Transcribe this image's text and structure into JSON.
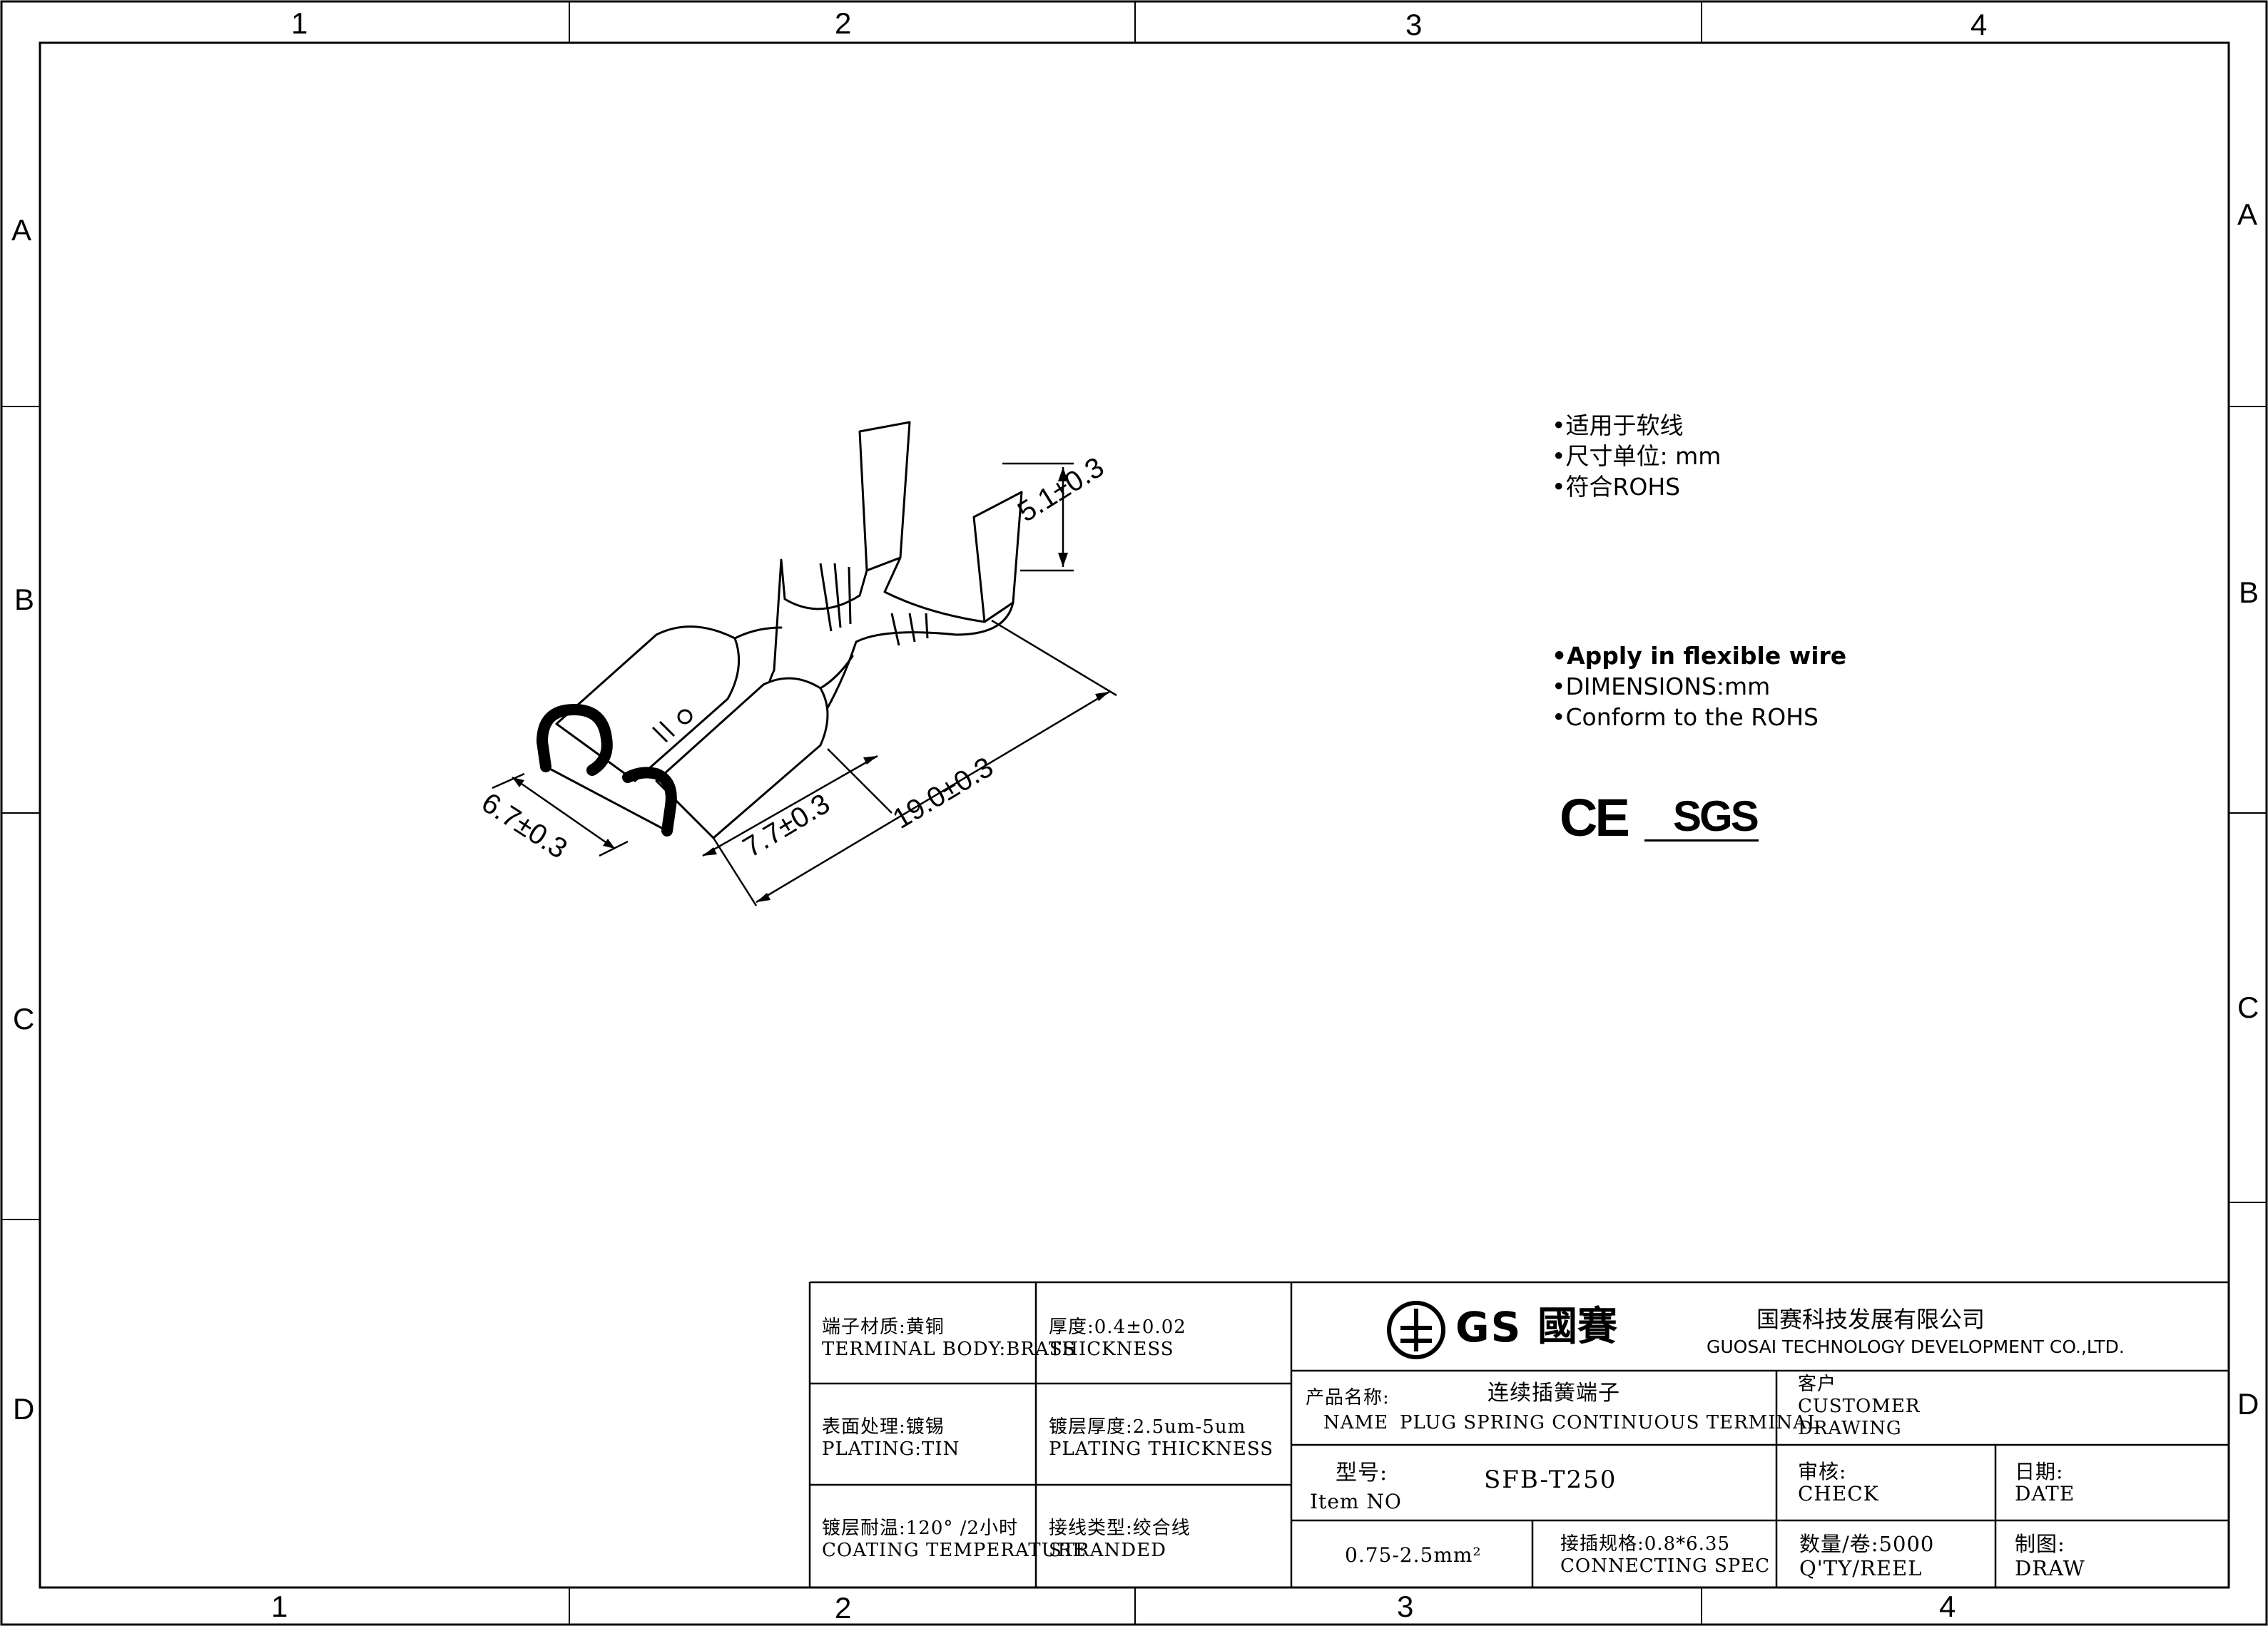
{
  "zones": {
    "columns": [
      "1",
      "2",
      "3",
      "4"
    ],
    "rows": [
      "A",
      "B",
      "C",
      "D"
    ]
  },
  "dimensions": {
    "crimp_height": "5.1±0.3",
    "width": "6.7±0.3",
    "receptacle_length": "7.7±0.3",
    "total_length": "19.0±0.3"
  },
  "notes_cn": [
    "•适用于软线",
    "•尺寸单位: mm",
    "•符合ROHS"
  ],
  "notes_en": [
    "•Apply in flexible wire",
    "•DIMENSIONS:mm",
    "•Conform to the ROHS"
  ],
  "certifications": {
    "ce": "CE",
    "sgs": "SGS"
  },
  "title_block": {
    "material_cn": "端子材质:黄铜",
    "material_en": "TERMINAL BODY:BRASS",
    "thickness_cn": "厚度:0.4±0.02",
    "thickness_en": "THICKNESS",
    "plating_cn": "表面处理:镀锡",
    "plating_en": "PLATING:TIN",
    "plating_thickness_cn": "镀层厚度:2.5um-5um",
    "plating_thickness_en": "PLATING THICKNESS",
    "coating_temp_cn": "镀层耐温:120° /2小时",
    "coating_temp_en": "COATING TEMPERATURE",
    "wire_type_cn": "接线类型:绞合线",
    "wire_type_en": "STRANDED",
    "logo_gs": "GS",
    "logo_cn": "國賽",
    "company_cn": "国赛科技发展有限公司",
    "company_en": "GUOSAI TECHNOLOGY DEVELOPMENT CO.,LTD.",
    "name_cn_label": "产品名称:",
    "name_cn_value": "连续插簧端子",
    "name_en_label": "NAME",
    "name_en_value": "PLUG SPRING CONTINUOUS TERMINAL",
    "customer_cn": "客户",
    "customer_en": "CUSTOMER",
    "drawing_en": "DRAWING",
    "item_cn": "型号:",
    "item_en": "Item NO",
    "item_value": "SFB-T250",
    "check_cn": "审核:",
    "check_en": "CHECK",
    "date_cn": "日期:",
    "date_en": "DATE",
    "wire_range": "0.75-2.5mm²",
    "connect_cn": "接插规格:0.8*6.35",
    "connect_en": "CONNECTING SPEC",
    "qty_cn": "数量/卷:5000",
    "qty_en": "Q'TY/REEL",
    "draw_cn": "制图:",
    "draw_en": "DRAW"
  }
}
